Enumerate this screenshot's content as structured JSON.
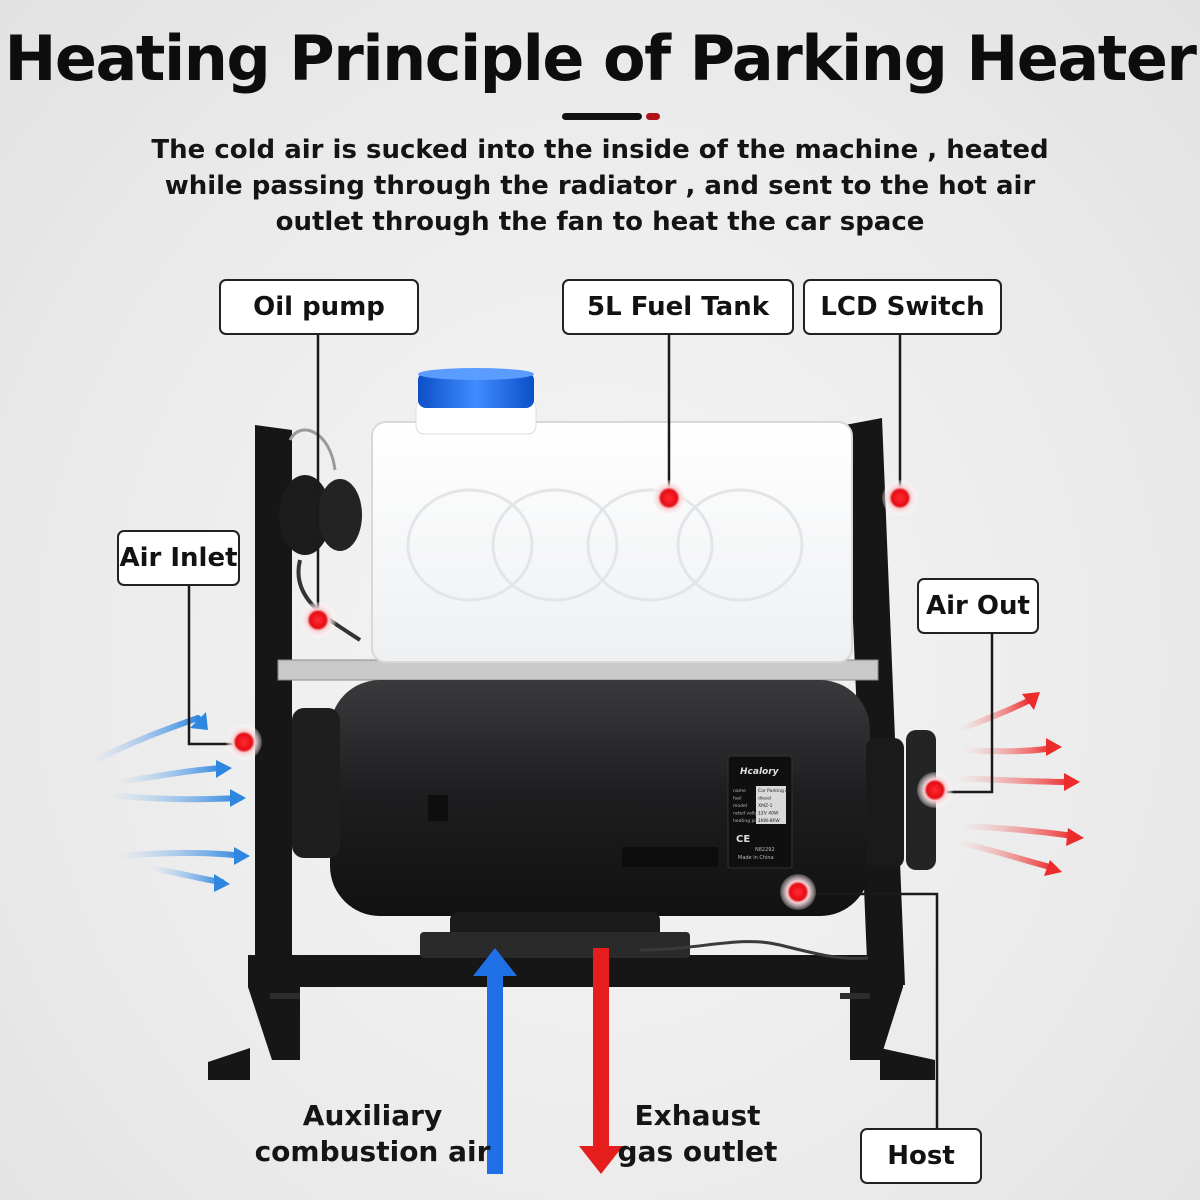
{
  "header": {
    "title": "Heating Principle of Parking Heater",
    "subtitle": "The cold air is sucked into the inside of the machine , heated while passing through the radiator , and sent to the hot air outlet through the fan to heat the car space"
  },
  "labels": {
    "oil_pump": "Oil pump",
    "fuel_tank": "5L Fuel Tank",
    "lcd_switch": "LCD Switch",
    "air_inlet": "Air Inlet",
    "air_out": "Air Out",
    "host": "Host"
  },
  "captions": {
    "aux_line1": "Auxiliary",
    "aux_line2": "combustion air",
    "exhaust_line1": "Exhaust",
    "exhaust_line2": "gas outlet"
  },
  "device_plate": {
    "brand": "Hcalory",
    "rows": [
      {
        "k": "name",
        "v": "Car Parking heater"
      },
      {
        "k": "fuel",
        "v": "diesel"
      },
      {
        "k": "model",
        "v": "XMZ-1"
      },
      {
        "k": "rated voltage",
        "v": "12V  40W"
      },
      {
        "k": "heating power",
        "v": "1KW-8KW"
      }
    ],
    "ce": "CE",
    "code": "N82292",
    "origin": "Made in China"
  },
  "colors": {
    "cold_air": "#2f86e0",
    "hot_air": "#ec2b2b",
    "marker": "#e50d15",
    "tank_cap": "#1d6ff0"
  }
}
